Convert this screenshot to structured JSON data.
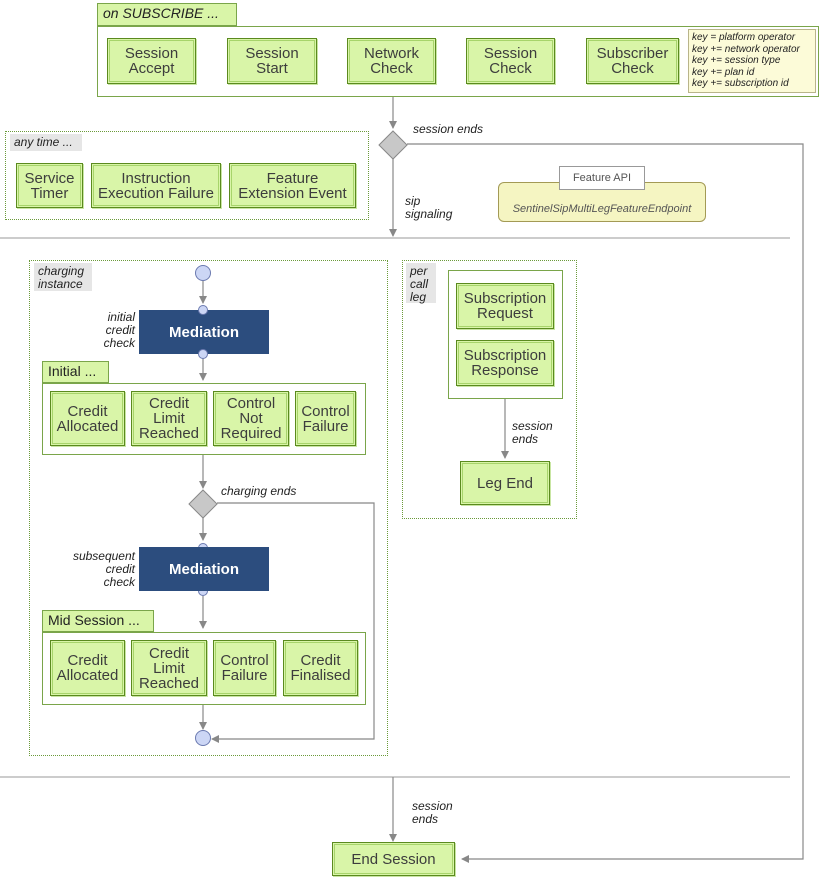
{
  "subscribe": {
    "label": "on SUBSCRIBE ...",
    "steps": [
      "Session\nAccept",
      "Session\nStart",
      "Network\nCheck",
      "Session\nCheck",
      "Subscriber\nCheck"
    ],
    "keys": [
      "key = platform operator",
      "key += network operator",
      "key += session type",
      "key += plan id",
      "key += subscription id"
    ]
  },
  "any_time": {
    "label": "any time ...",
    "items": [
      "Service\nTimer",
      "Instruction\nExecution Failure",
      "Feature\nExtension Event"
    ]
  },
  "feature_api": {
    "tab": "Feature API",
    "endpoint": "SentinelSipMultiLegFeatureEndpoint"
  },
  "labels": {
    "session_ends_top": "session ends",
    "sip_signaling": "sip\nsignaling",
    "initial_credit_check": "initial\ncredit\ncheck",
    "charging_ends": "charging ends",
    "subsequent_credit_check": "subsequent\ncredit\ncheck",
    "session_ends_leg": "session\nends",
    "session_ends_bottom": "session\nends"
  },
  "charging": {
    "label": "charging\ninstance",
    "mediation": "Mediation",
    "initial": {
      "label": "Initial ...",
      "items": [
        "Credit\nAllocated",
        "Credit\nLimit\nReached",
        "Control\nNot\nRequired",
        "Control\nFailure"
      ]
    },
    "mid": {
      "label": "Mid Session ...",
      "items": [
        "Credit\nAllocated",
        "Credit\nLimit\nReached",
        "Control\nFailure",
        "Credit\nFinalised"
      ]
    }
  },
  "per_call_leg": {
    "label": "per\ncall\nleg",
    "items": [
      "Subscription\nRequest",
      "Subscription\nResponse"
    ],
    "leg_end": "Leg End"
  },
  "end_session": "End Session"
}
